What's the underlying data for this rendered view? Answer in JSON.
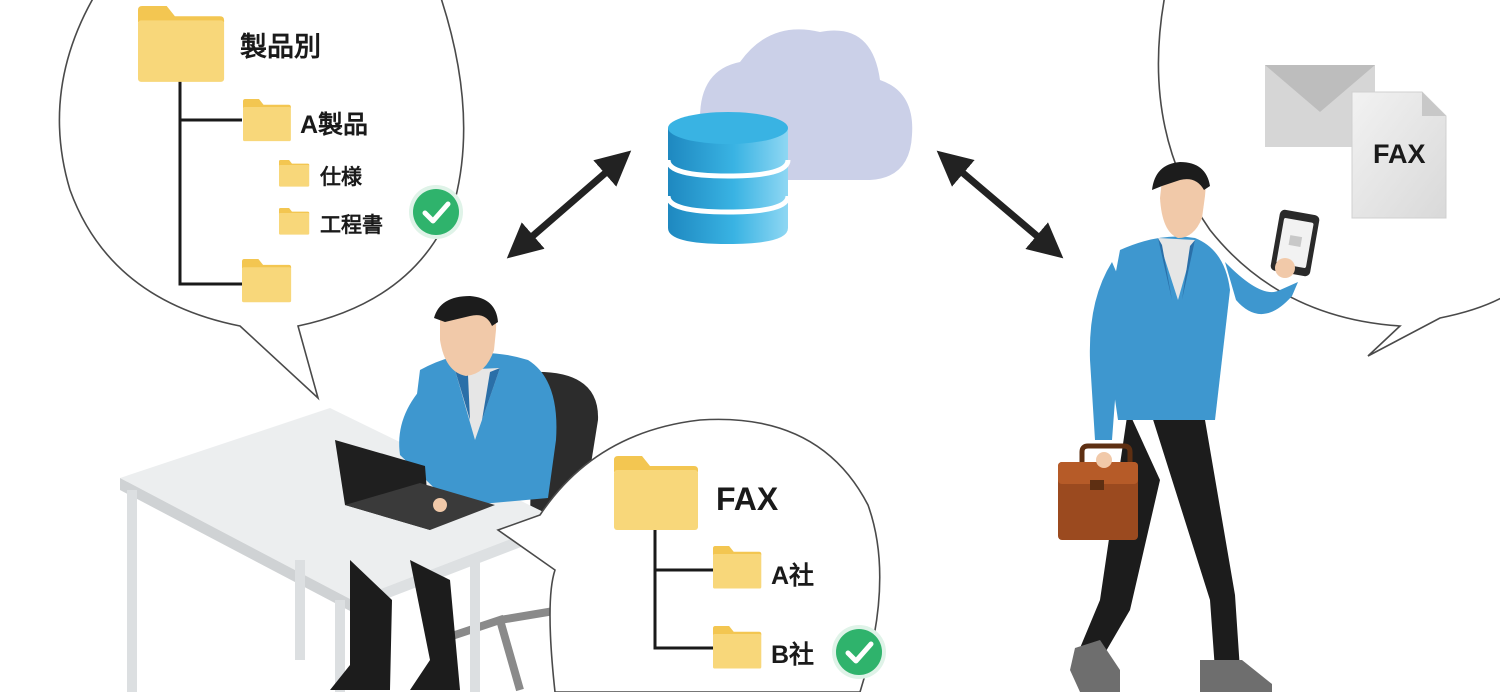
{
  "product_bubble": {
    "root_label": "製品別",
    "child_label": "A製品",
    "sub_items": [
      "仕様",
      "工程書"
    ],
    "checked_item": "工程書"
  },
  "fax_bubble": {
    "root_label": "FAX",
    "items": [
      "A社",
      "B社"
    ],
    "checked_item": "B社"
  },
  "mobile_bubble": {
    "document_label": "FAX"
  },
  "icons": {
    "folder": "folder-icon",
    "check": "check-icon",
    "database": "database-icon",
    "cloud": "cloud-icon",
    "envelope": "envelope-icon",
    "document": "document-icon",
    "arrows": "double-arrow-icon"
  },
  "colors": {
    "folder_fill": "#f8d77a",
    "folder_shade": "#f3c651",
    "check_green": "#2fb36c",
    "database_blue": "#2c9fd0",
    "cloud": "#cbd0e8",
    "jacket_blue": "#3e97cf",
    "bubble_stroke": "#4a4a4a"
  }
}
